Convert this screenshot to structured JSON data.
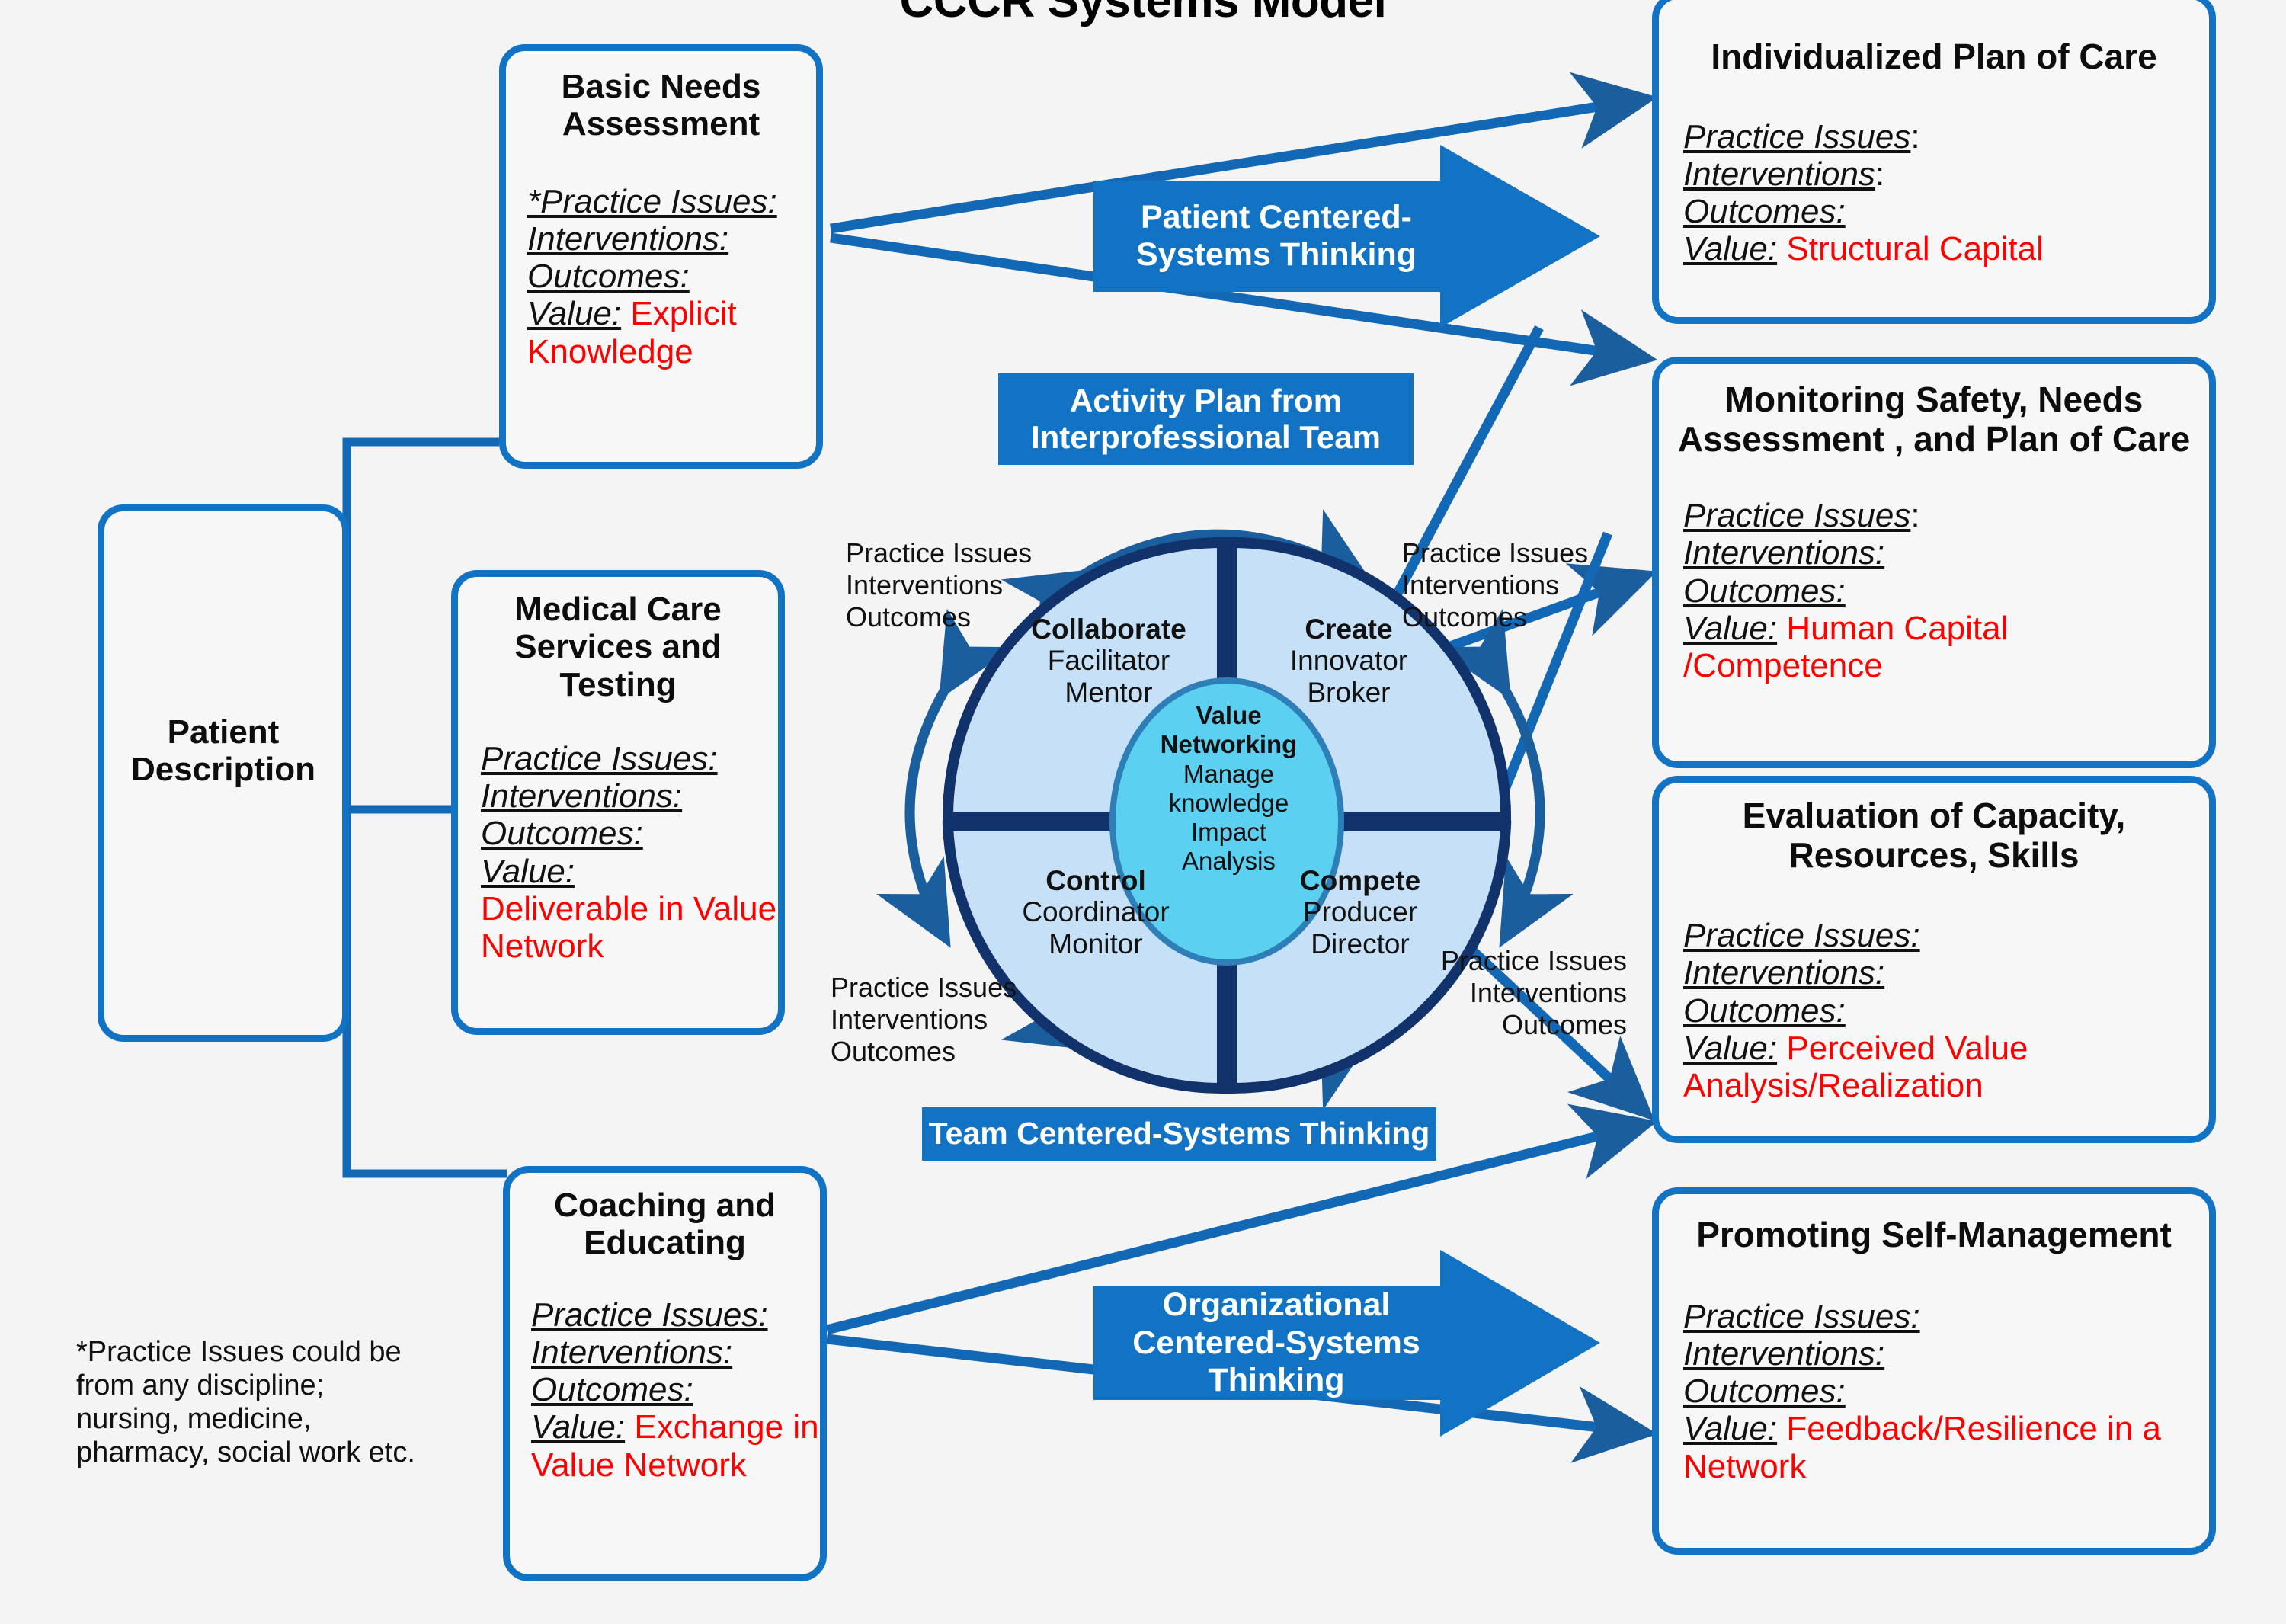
{
  "title": "CCCR Systems Model",
  "colors": {
    "accent_blue": "#1273C4",
    "dark_navy": "#12326B",
    "value_red": "#FF0000",
    "quadrant_fill": "#C6E0F7",
    "center_fill": "#5BD0F0",
    "background": "#f4f4f4"
  },
  "boxes": {
    "patient_description": {
      "title": "Patient\nDescription",
      "lines": []
    },
    "basic_needs": {
      "title": "Basic Needs\nAssessment",
      "lines": [
        {
          "label": "*Practice Issues:",
          "value": ""
        },
        {
          "label": "Interventions:",
          "value": ""
        },
        {
          "label": "Outcomes:",
          "value": ""
        },
        {
          "label": "Value:",
          "value": " Explicit Knowledge"
        }
      ]
    },
    "medical_care": {
      "title": "Medical Care\nServices  and\nTesting",
      "lines": [
        {
          "label": "Practice Issues:",
          "value": ""
        },
        {
          "label": "Interventions:",
          "value": ""
        },
        {
          "label": "Outcomes:",
          "value": ""
        },
        {
          "label": "Value:",
          "value": ""
        },
        {
          "label": "",
          "value": "Deliverable in Value Network"
        }
      ]
    },
    "coaching": {
      "title": "Coaching and\nEducating",
      "lines": [
        {
          "label": "Practice Issues:",
          "value": ""
        },
        {
          "label": "Interventions:",
          "value": ""
        },
        {
          "label": "Outcomes:",
          "value": ""
        },
        {
          "label": "Value:",
          "value": " Exchange in Value Network"
        }
      ]
    },
    "plan_of_care": {
      "title": "Individualized Plan of Care",
      "lines": [
        {
          "label": "Practice Issues",
          "value": ":"
        },
        {
          "label": "Interventions",
          "value": ":"
        },
        {
          "label": "Outcomes:",
          "value": ""
        },
        {
          "label": "Value:",
          "value": " Structural Capital"
        }
      ]
    },
    "monitoring_safety": {
      "title": "Monitoring Safety, Needs\nAssessment , and Plan of Care",
      "lines": [
        {
          "label": "Practice Issues",
          "value": ":"
        },
        {
          "label": "Interventions:",
          "value": ""
        },
        {
          "label": "Outcomes:",
          "value": ""
        },
        {
          "label": "Value:",
          "value": " Human Capital /Competence"
        }
      ]
    },
    "evaluation_capacity": {
      "title": "Evaluation of Capacity,\nResources, Skills",
      "lines": [
        {
          "label": "Practice Issues:",
          "value": ""
        },
        {
          "label": "Interventions:",
          "value": ""
        },
        {
          "label": "Outcomes:",
          "value": ""
        },
        {
          "label": "Value:",
          "value": " Perceived Value Analysis/Realization"
        }
      ]
    },
    "self_management": {
      "title": "Promoting Self-Management",
      "lines": [
        {
          "label": "Practice Issues:",
          "value": ""
        },
        {
          "label": "Interventions:",
          "value": ""
        },
        {
          "label": "Outcomes:",
          "value": ""
        },
        {
          "label": "Value:",
          "value": " Feedback/Resilience in a Network"
        }
      ]
    }
  },
  "blue_labels": {
    "patient_centered": "Patient Centered- Systems Thinking",
    "activity_plan": "Activity Plan from Interprofessional Team",
    "team_centered": "Team Centered-Systems Thinking",
    "organizational_centered": "Organizational Centered-Systems Thinking"
  },
  "wheel": {
    "center": {
      "bold": "Value Networking",
      "rest": "Manage knowledge Impact Analysis"
    },
    "quadrants": [
      {
        "name": "Collaborate",
        "roles": "Facilitator\nMentor"
      },
      {
        "name": "Create",
        "roles": "Innovator\nBroker"
      },
      {
        "name": "Control",
        "roles": "Coordinator\nMonitor"
      },
      {
        "name": "Compete",
        "roles": "Producer\nDirector"
      }
    ]
  },
  "pio_labels": {
    "top_left": "Practice Issues\nInterventions\nOutcomes",
    "top_right": "Practice Issues\nInterventions\nOutcomes",
    "bottom_left": "Practice Issues\nInterventions\nOutcomes",
    "bottom_right": "Practice Issues\nInterventions\nOutcomes"
  },
  "footnote": "*Practice Issues could be from any  discipline; nursing, medicine, pharmacy, social work etc."
}
